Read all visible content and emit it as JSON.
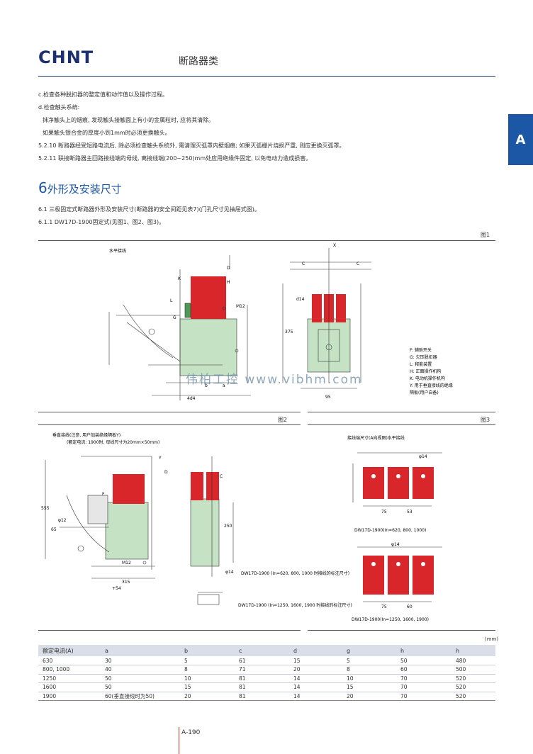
{
  "header": {
    "logo_text": "CHNT",
    "title": "断路器类"
  },
  "side_tab": "A",
  "body_lines": [
    "c.检查各种脱扣器的整定值和动作值以及操作过程。",
    "d.检查触头系统:",
    "  抹净触头上的烟痕, 发现触头接触面上有小的金属粒时, 应将其清除。",
    "  如果触头银合金的厚度小到1mm时必须更换触头。",
    "5.2.10 断路器经受短路电流后, 除必须检查触头系统外, 需清理灭弧罩内壁烟痕; 如果灭弧栅片烧损严重, 则应更换灭弧罩。",
    "5.2.11 联接断路器主回路接线端的母线, 离接线端(200~250)mm处应用绝缘件固定, 以免电动力造成损害。"
  ],
  "section": {
    "number": "6",
    "title": "外形及安装尺寸"
  },
  "sub_lines": [
    "6.1 三极固定式断路器外形及安装尺寸(断路器的安全间距见表7)(门孔尺寸见抽屉式图)。",
    "6.1.1 DW17D-1900固定式(见图1、图2、图3)。"
  ],
  "figures": {
    "fig1": "图1",
    "fig2": "图2",
    "fig3": "图3"
  },
  "fig1_labels": {
    "horizontal": "水平接线",
    "M12": "M12",
    "K": "K",
    "L": "L",
    "D": "D",
    "H": "H",
    "G": "G",
    "X": "X",
    "C": "C",
    "dim_4d4": "4d4",
    "dim_b": "b",
    "dim_a": "a",
    "dim_d14": "d14",
    "dim_375": "375",
    "dim_95": "95",
    "legend": [
      "F: 辅助开关",
      "G: 欠压脱扣器",
      "L: 释能装置",
      "H: 正面操作机构",
      "K: 电动机操作机构",
      "Y: 用于垂直接线的绝缘",
      "   隔板(用户自备)"
    ]
  },
  "fig2_labels": {
    "note_line1": "垂直接线(注意, 用户加装绝缘隔板Y)",
    "note_line2": "(额定电流: 1900时, 母线尺寸为20mm×50mm)",
    "Y": "Y",
    "D": "D",
    "C": "C",
    "F": "F",
    "M12": "M12",
    "dim_555": "555",
    "dim_65": "65",
    "dim_315": "315",
    "dim_54": "+54",
    "dim_250": "250",
    "dim_14": "φ14",
    "dim_12": "φ12",
    "note_620": "DW17D-1900 (In=620, 800, 1000 时接线的标注尺寸)",
    "note_1250": "DW17D-1900 (In=1250, 1600, 1900 时接线的标注尺寸)"
  },
  "fig3_labels": {
    "title": "接线端尺寸(A向视图)水平接线",
    "dim_14a": "φ14",
    "dim_75": "75",
    "dim_53": "53",
    "caption_a": "DW17D-1900(In=620, 800, 1000)",
    "dim_14b": "φ14",
    "dim_75b": "75",
    "dim_60": "60",
    "caption_b": "DW17D-1900(In=1250, 1600, 1900)"
  },
  "watermark": "伟柏工控 www.vibhm.com",
  "table": {
    "unit": "(mm)",
    "headers": [
      "额定电流(A)",
      "a",
      "b",
      "c",
      "d",
      "g",
      "h",
      "h"
    ],
    "rows": [
      [
        "630",
        "30",
        "5",
        "61",
        "15",
        "5",
        "50",
        "480"
      ],
      [
        "800, 1000",
        "40",
        "8",
        "71",
        "20",
        "8",
        "60",
        "500"
      ],
      [
        "1250",
        "50",
        "10",
        "81",
        "14",
        "10",
        "70",
        "520"
      ],
      [
        "1600",
        "50",
        "15",
        "81",
        "14",
        "15",
        "70",
        "520"
      ],
      [
        "1900",
        "60(垂直接线时为50)",
        "20",
        "81",
        "14",
        "20",
        "70",
        "520"
      ]
    ]
  },
  "footer": {
    "page": "A-190"
  },
  "colors": {
    "brand_blue": "#1c2f6e",
    "accent_blue": "#1c57a6",
    "terminal_red": "#d8262b",
    "body_green": "#c5e3c4"
  }
}
